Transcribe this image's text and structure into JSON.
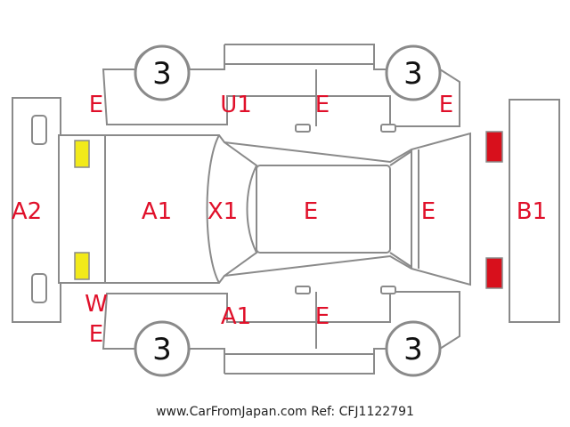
{
  "labels": {
    "front_left_fender": "E",
    "left_front_door": "U1",
    "left_rear_door": "E",
    "left_rear_fender": "E",
    "front_bumper": "A2",
    "hood": "A1",
    "windshield": "X1",
    "roof": "E",
    "trunk": "E",
    "rear_bumper": "B1",
    "right_front_fender_w": "W",
    "right_front_fender": "E",
    "right_front_door": "A1",
    "right_rear_door": "E"
  },
  "wheels": {
    "front_left": "3",
    "rear_left": "3",
    "front_right": "3",
    "rear_right": "3"
  },
  "colors": {
    "damage_code": "#e0102a",
    "outline": "#8a8a8a",
    "front_lamp": "#f2ea1a",
    "rear_lamp": "#d8101c"
  },
  "footer": "www.CarFromJapan.com Ref: CFJ1122791"
}
